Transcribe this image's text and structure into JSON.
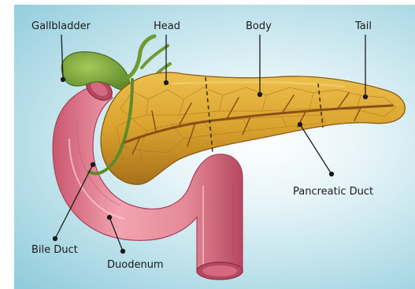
{
  "diagram": {
    "labels": {
      "gallbladder": "Gallbladder",
      "head": "Head",
      "body": "Body",
      "tail": "Tail",
      "pancreatic_duct": "Pancreatic Duct",
      "bile_duct": "Bile Duct",
      "duodenum": "Duodenum"
    },
    "colors": {
      "background": "#bfe2eb",
      "pancreas": "#d9a22e",
      "pancreas_dark": "#a8701a",
      "duodenum": "#e58a98",
      "duodenum_dark": "#b5485f",
      "gallbladder": "#7ea83c",
      "bile_duct": "#5f8a2a",
      "pancreatic_duct": "#8a4f14",
      "leader_line": "#1b1b1b"
    }
  }
}
